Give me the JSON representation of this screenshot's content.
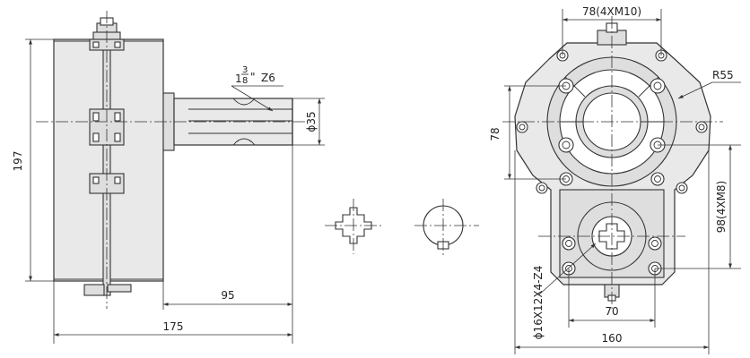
{
  "side_view": {
    "height_label": "197",
    "length_label": "175",
    "shaft_length_label": "95",
    "shaft_diameter_label": "ϕ35",
    "spline_label": "Z6",
    "thread_whole": "1",
    "thread_num": "3",
    "thread_den": "8",
    "thread_mark": "\""
  },
  "front_view": {
    "top_label": "78(4XM10)",
    "radius_label": "R55",
    "left_label": "78",
    "right_label": "98(4XM8)",
    "bottom_inner_label": "70",
    "bottom_outer_label": "160",
    "bore_label": "ϕ16X12X4-Z4"
  }
}
